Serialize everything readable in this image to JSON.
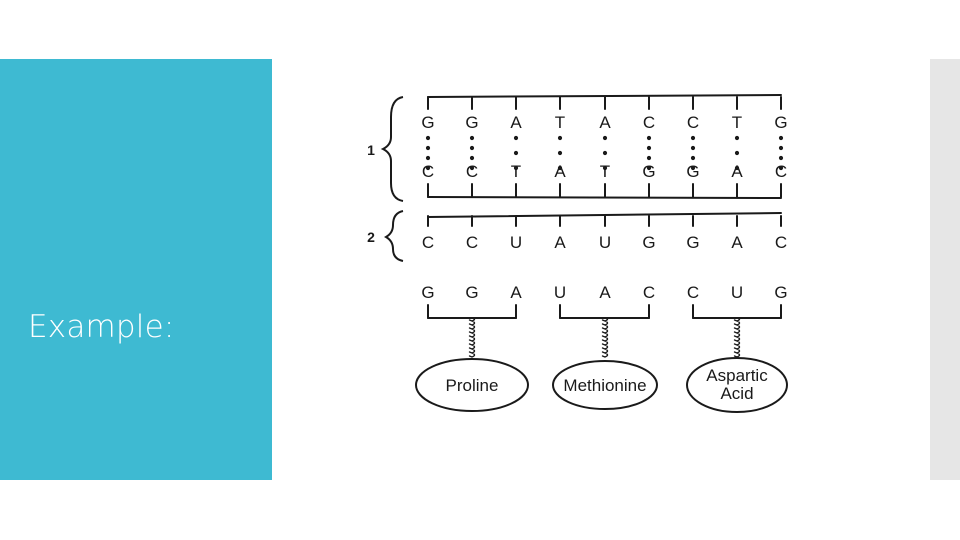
{
  "slide": {
    "label": "Example:"
  },
  "diagram": {
    "strand_labels": [
      "1",
      "2"
    ],
    "dna_top": [
      "G",
      "G",
      "A",
      "T",
      "A",
      "C",
      "C",
      "T",
      "G"
    ],
    "dna_bottom": [
      "C",
      "C",
      "T",
      "A",
      "T",
      "G",
      "G",
      "A",
      "C"
    ],
    "mrna": [
      "C",
      "C",
      "U",
      "A",
      "U",
      "G",
      "G",
      "A",
      "C"
    ],
    "anticodons": [
      {
        "bases": [
          "G",
          "G",
          "A"
        ],
        "amino_acid": [
          "Proline"
        ]
      },
      {
        "bases": [
          "U",
          "A",
          "C"
        ],
        "amino_acid": [
          "Methionine"
        ]
      },
      {
        "bases": [
          "C",
          "U",
          "G"
        ],
        "amino_acid": [
          "Aspartic",
          "Acid"
        ]
      }
    ]
  },
  "colors": {
    "panel": "#3ebad2",
    "scrollbar": "#e6e6e6",
    "ink": "#1a1a1a"
  }
}
